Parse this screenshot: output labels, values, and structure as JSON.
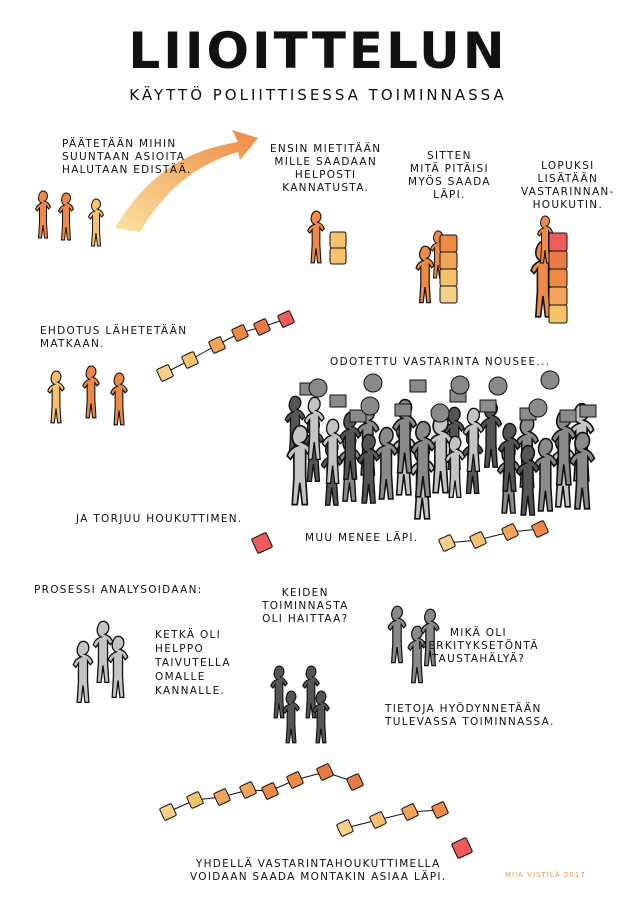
{
  "title": "LIIOITTELUN",
  "subtitle": "KÄYTTÖ POLIITTISESSA TOIMINNASSA",
  "steps": {
    "step1": "PÄÄTETÄÄN MIHIN\nSUUNTAAN ASIOITA\nHALUTAAN EDISTÄÄ.",
    "step2": "ENSIN MIETITÄÄN\nMILLE SAADAAN\nHELPOSTI\nKANNATUSTA.",
    "step3": "SITTEN\nMITÄ PITÄISI\nMYÖS SAADA\nLÄPI.",
    "step4": "LOPUKSI\nLISÄTÄÄN\nVASTARINNAN-\nHOUKUTIN.",
    "step5": "EHDOTUS LÄHETETÄÄN\nMATKAAN.",
    "step6": "ODOTETTU VASTARINTA NOUSEE...",
    "step7": "JA TORJUU HOUKUTTIMEN.",
    "step8": "MUU MENEE LÄPI."
  },
  "analysis": {
    "heading": "PROSESSI ANALYSOIDAAN:",
    "q1": "KETKÄ OLI\nHELPPO\nTAIVUTELLA\nOMALLE\nKANNALLE.",
    "q2": "KEIDEN\nTOIMINNASTA\nOLI HAITTAA?",
    "q3": "MIKÄ OLI\nMERKITYKSETÖNTÄ\nTAUSTAHÄLYÄ?",
    "conclusion": "TIETOJA HYÖDYNNETÄÄN\nTULEVASSA TOIMINNASSA."
  },
  "caption": "YHDELLÄ VASTARINTAHOUKUTTIMELLA\nVOIDAAN SAADA MONTAKIN ASIAA LÄPI.",
  "signature": "MIIA VISTILÄ 2017",
  "colors": {
    "orange": "#ee8a45",
    "light_orange": "#f6c16a",
    "decoy_red": "#ef5a5a",
    "dark_gray": "#555555",
    "mid_gray": "#8a8a8a",
    "light_gray": "#c4c4c4"
  }
}
